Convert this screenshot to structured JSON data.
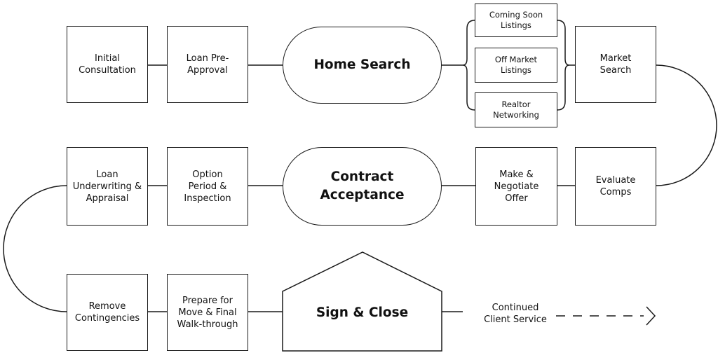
{
  "steps": {
    "initial_consultation": "Initial\nConsultation",
    "loan_pre_approval": "Loan Pre-\nApproval",
    "home_search": "Home Search",
    "coming_soon": "Coming Soon\nListings",
    "off_market": "Off Market\nListings",
    "realtor_networking": "Realtor\nNetworking",
    "market_search": "Market\nSearch",
    "evaluate_comps": "Evaluate\nComps",
    "make_negotiate_offer": "Make &\nNegotiate\nOffer",
    "contract_acceptance": "Contract\nAcceptance",
    "option_period": "Option\nPeriod &\nInspection",
    "loan_underwriting": "Loan\nUnderwriting &\nAppraisal",
    "remove_contingencies": "Remove\nContingencies",
    "prepare_move": "Prepare for\nMove & Final\nWalk-through",
    "sign_close": "Sign & Close",
    "continued_service": "Continued\nClient Service"
  },
  "colors": {
    "stroke": "#1a1a1a",
    "background": "#ffffff"
  }
}
